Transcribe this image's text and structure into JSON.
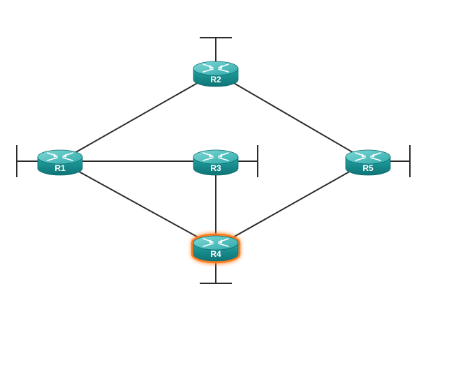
{
  "routers": [
    {
      "id": "R1",
      "label": "R1",
      "highlighted": false
    },
    {
      "id": "R2",
      "label": "R2",
      "highlighted": false
    },
    {
      "id": "R3",
      "label": "R3",
      "highlighted": false
    },
    {
      "id": "R4",
      "label": "R4",
      "highlighted": true
    },
    {
      "id": "R5",
      "label": "R5",
      "highlighted": false
    }
  ],
  "links": [
    {
      "from": "R1",
      "to": "R2"
    },
    {
      "from": "R1",
      "to": "R3"
    },
    {
      "from": "R1",
      "to": "R4"
    },
    {
      "from": "R2",
      "to": "R5"
    },
    {
      "from": "R3",
      "to": "R4"
    },
    {
      "from": "R4",
      "to": "R5"
    }
  ],
  "stub_networks": [
    {
      "router": "R1",
      "side": "left"
    },
    {
      "router": "R2",
      "side": "top"
    },
    {
      "router": "R3",
      "side": "right"
    },
    {
      "router": "R4",
      "side": "bottom"
    },
    {
      "router": "R5",
      "side": "right"
    }
  ],
  "colors": {
    "router_body": "#1e9a9a",
    "router_top": "#4fc3c3",
    "router_dark": "#0f6e70",
    "link": "#2b2b2b",
    "highlight": "#ff7a1a"
  },
  "icons": {
    "router": "router-icon"
  }
}
